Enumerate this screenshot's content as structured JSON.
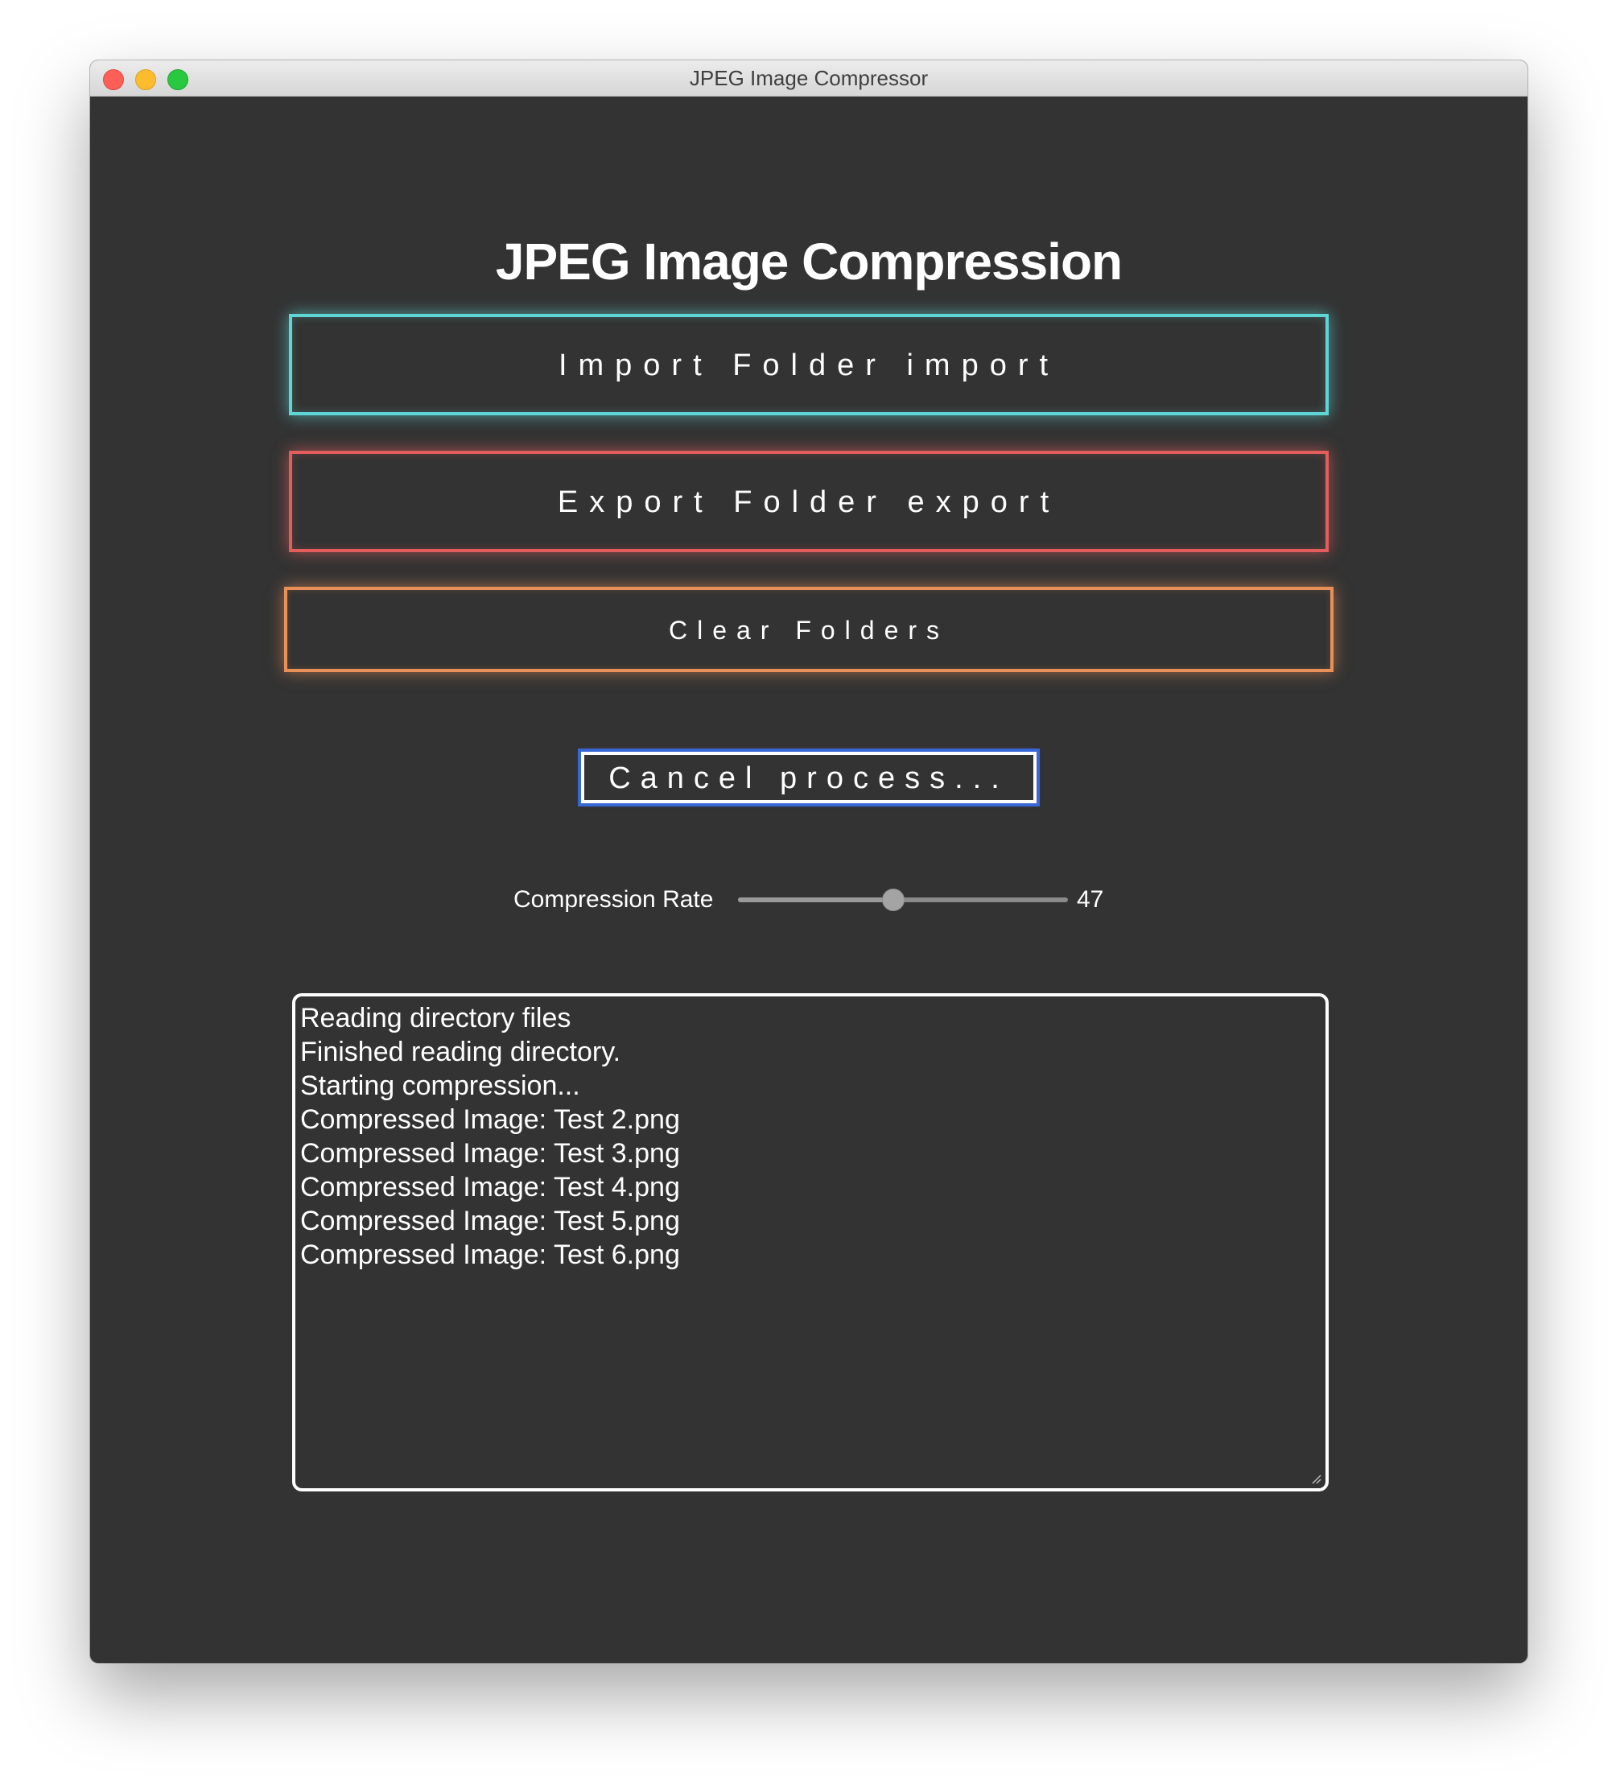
{
  "window": {
    "title": "JPEG Image Compressor"
  },
  "main": {
    "heading": "JPEG Image Compression",
    "buttons": {
      "import_label": "Import Folder import",
      "export_label": "Export Folder export",
      "clear_label": "Clear Folders",
      "cancel_label": "Cancel process..."
    },
    "compression": {
      "label": "Compression Rate",
      "value": 47,
      "min": 0,
      "max": 100
    },
    "log": {
      "lines": [
        "Reading directory files",
        "Finished reading directory.",
        "Starting compression...",
        "Compressed Image: Test 2.png",
        "Compressed Image: Test 3.png",
        "Compressed Image: Test 4.png",
        "Compressed Image: Test 5.png",
        "Compressed Image: Test 6.png"
      ]
    }
  },
  "colors": {
    "background": "#333333",
    "import_accent": "#5fd6d6",
    "export_accent": "#e35d5d",
    "clear_accent": "#e89058",
    "cancel_focus": "#3867d6"
  }
}
